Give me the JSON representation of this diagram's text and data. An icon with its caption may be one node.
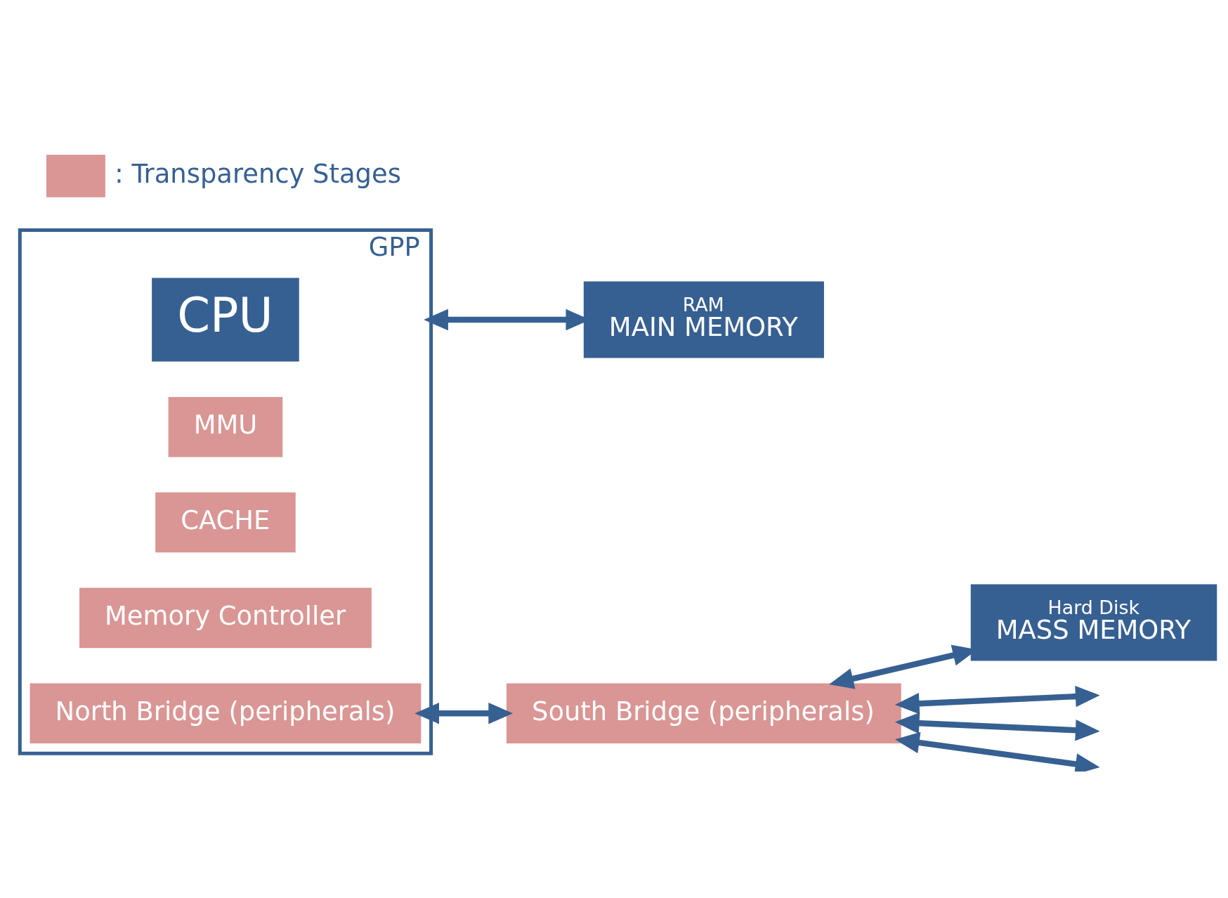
{
  "diagram": {
    "nodes": [
      {
        "text": [
          "GPP"
        ]
      },
      {
        "text": [
          "CPU"
        ],
        "in": 0
      },
      {
        "text": [
          "MMU"
        ],
        "in": 0
      },
      {
        "text": [
          "CACHE"
        ],
        "in": 0
      },
      {
        "text": [
          "Memory Controller"
        ],
        "in": 0
      },
      {
        "text": [
          "North Bridge (peripherals)"
        ],
        "in": 0
      },
      {
        "text": [
          "South Bridge (peripherals)"
        ]
      },
      {
        "text": [
          "Hard Disk",
          "MASS MEMORY"
        ]
      },
      {
        "text": [
          "RAM",
          "MAIN MEMORY"
        ]
      }
    ],
    "edges": [
      {
        "from": 5,
        "to": 6,
        "arrow": "both"
      },
      {
        "from": 6,
        "to": null,
        "arrow": "both"
      },
      {
        "from": 6,
        "to": null,
        "arrow": "both"
      },
      {
        "from": 6,
        "to": null,
        "arrow": "both"
      },
      {
        "from": 6,
        "to": 7,
        "arrow": "both"
      },
      {
        "from": 0,
        "to": 8,
        "arrow": "both"
      }
    ],
    "legend": [
      {
        "text": ": Transparency Stages",
        "color": "#d99694"
      }
    ]
  }
}
